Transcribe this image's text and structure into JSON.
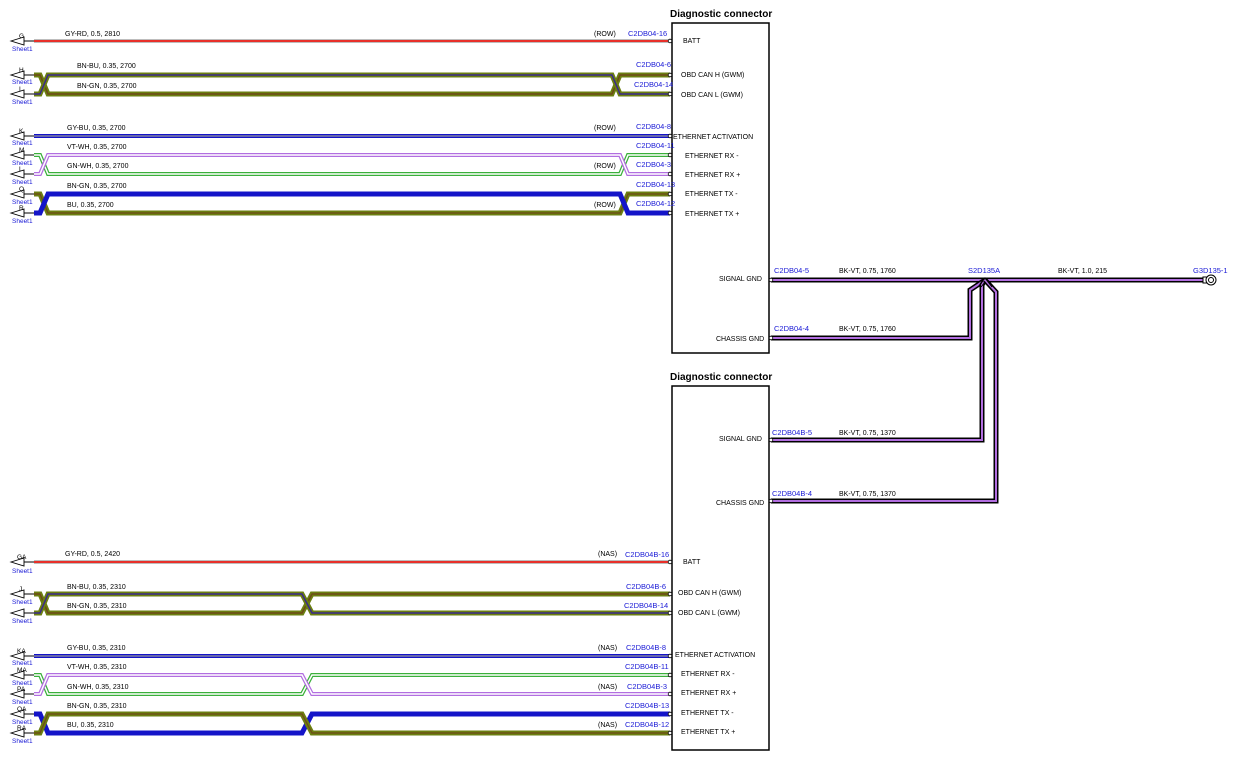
{
  "colors": {
    "red": "#e8302a",
    "olive": "#6b7f10",
    "brown": "#6d4a18",
    "blue": "#1414c8",
    "violet": "#b26ee0",
    "green": "#3bb03b",
    "black": "#000000",
    "connector_blue": "#1a1ad6"
  },
  "connectors": [
    {
      "title": "Diagnostic connector",
      "pins": [
        {
          "label": "BATT",
          "id": "C2DB04-16"
        },
        {
          "label": "OBD CAN H (GWM)",
          "id": "C2DB04-6"
        },
        {
          "label": "OBD CAN L (GWM)",
          "id": "C2DB04-14"
        },
        {
          "label": "ETHERNET ACTIVATION",
          "id": "C2DB04-8"
        },
        {
          "label": "ETHERNET RX -",
          "id": "C2DB04-11"
        },
        {
          "label": "ETHERNET RX +",
          "id": "C2DB04-3"
        },
        {
          "label": "ETHERNET TX -",
          "id": "C2DB04-13"
        },
        {
          "label": "ETHERNET TX +",
          "id": "C2DB04-12"
        },
        {
          "label": "SIGNAL GND",
          "id": "C2DB04-5"
        },
        {
          "label": "CHASSIS GND",
          "id": "C2DB04-4"
        }
      ],
      "wires": [
        {
          "letter": "G",
          "spec": "GY-RD,  0.5,  2810",
          "note": "(ROW)"
        },
        {
          "letter": "H",
          "spec": "BN-BU,  0.35,  2700",
          "note": ""
        },
        {
          "letter": "I",
          "spec": "BN-GN,  0.35,  2700",
          "note": ""
        },
        {
          "letter": "K",
          "spec": "GY-BU,  0.35,  2700",
          "note": "(ROW)"
        },
        {
          "letter": "M",
          "spec": "VT-WH,  0.35,  2700",
          "note": ""
        },
        {
          "letter": "L",
          "spec": "GN-WH,  0.35,  2700",
          "note": "(ROW)"
        },
        {
          "letter": "Q",
          "spec": "BN-GN,  0.35,  2700",
          "note": ""
        },
        {
          "letter": "R",
          "spec": "BU,  0.35,  2700",
          "note": "(ROW)"
        }
      ],
      "gnd_wires": [
        {
          "spec": "BK-VT,  0.75,  1760"
        },
        {
          "spec": "BK-VT,  0.75,  1760"
        }
      ]
    },
    {
      "title": "Diagnostic connector",
      "pins": [
        {
          "label": "SIGNAL GND",
          "id": "C2DB04B-5"
        },
        {
          "label": "CHASSIS GND",
          "id": "C2DB04B-4"
        },
        {
          "label": "BATT",
          "id": "C2DB04B-16"
        },
        {
          "label": "OBD CAN H (GWM)",
          "id": "C2DB04B-6"
        },
        {
          "label": "OBD CAN L (GWM)",
          "id": "C2DB04B-14"
        },
        {
          "label": "ETHERNET ACTIVATION",
          "id": "C2DB04B-8"
        },
        {
          "label": "ETHERNET RX -",
          "id": "C2DB04B-11"
        },
        {
          "label": "ETHERNET RX +",
          "id": "C2DB04B-3"
        },
        {
          "label": "ETHERNET TX -",
          "id": "C2DB04B-13"
        },
        {
          "label": "ETHERNET TX +",
          "id": "C2DB04B-12"
        }
      ],
      "wires": [
        {
          "letter": "GA",
          "spec": "GY-RD,  0.5,  2420",
          "note": "(NAS)"
        },
        {
          "letter": "J",
          "spec": "BN-BU,  0.35,  2310",
          "note": ""
        },
        {
          "letter": "",
          "spec": "BN-GN,  0.35,  2310",
          "note": ""
        },
        {
          "letter": "KA",
          "spec": "GY-BU,  0.35,  2310",
          "note": "(NAS)"
        },
        {
          "letter": "MA",
          "spec": "VT-WH,  0.35,  2310",
          "note": ""
        },
        {
          "letter": "PA",
          "spec": "GN-WH,  0.35,  2310",
          "note": "(NAS)"
        },
        {
          "letter": "QA",
          "spec": "BN-GN,  0.35,  2310",
          "note": ""
        },
        {
          "letter": "RA",
          "spec": "BU,  0.35,  2310",
          "note": "(NAS)"
        }
      ],
      "gnd_wires": [
        {
          "spec": "BK-VT,  0.75,  1370"
        },
        {
          "spec": "BK-VT,  0.75,  1370"
        }
      ]
    }
  ],
  "sheet_label": "Sheet1",
  "splice": {
    "id": "S2D135A",
    "out_spec": "BK-VT,  1.0,  215"
  },
  "ground": {
    "id": "G3D135-1"
  }
}
